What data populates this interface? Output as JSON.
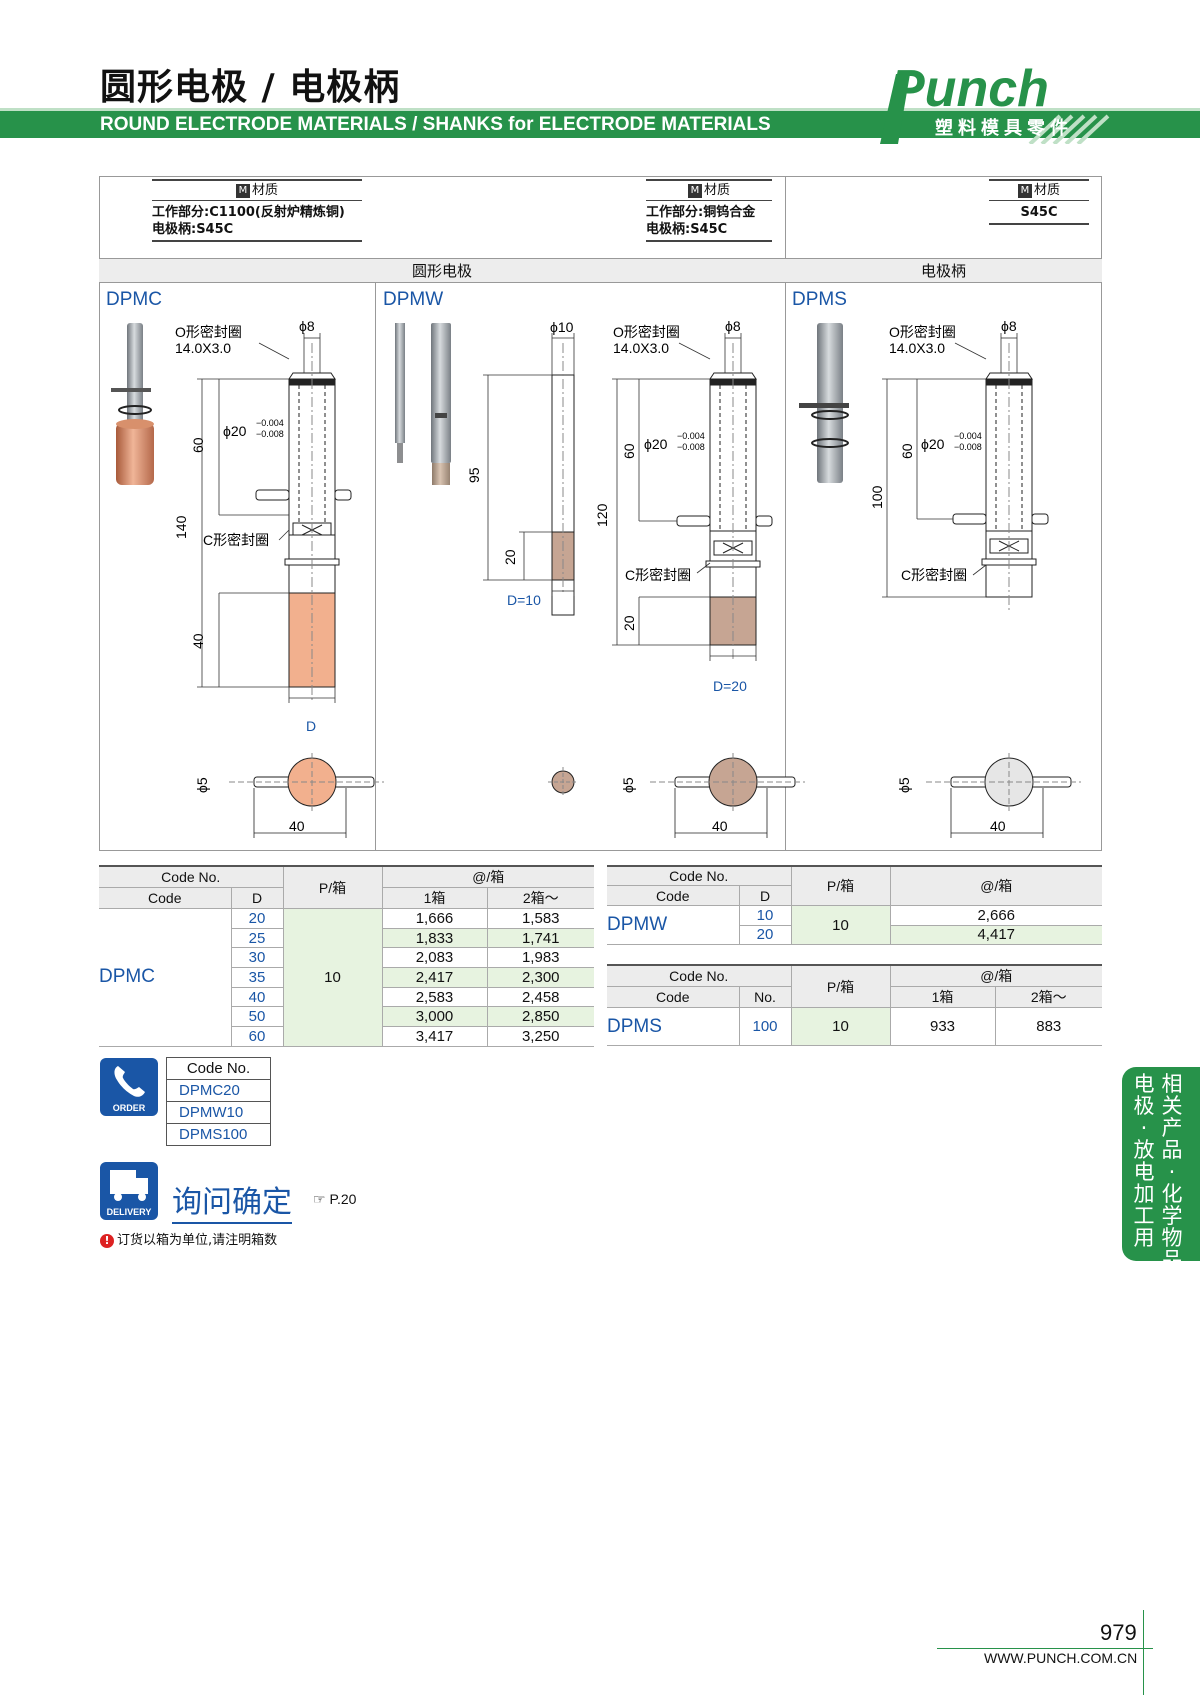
{
  "header": {
    "title_cn": "圆形电极 / 电极柄",
    "title_en": "ROUND ELECTRODE MATERIALS / SHANKS for ELECTRODE MATERIALS",
    "logo_text": "Punch",
    "brand_cn": "塑料模具零件"
  },
  "materials": {
    "badge": "M",
    "head": "材质",
    "dpmc": {
      "line1": "工作部分:C1100(反射炉精炼铜)",
      "line2": "电极柄:S45C"
    },
    "dpmw": {
      "line1": "工作部分:铜钨合金",
      "line2": "电极柄:S45C"
    },
    "dpms": {
      "line1": "S45C"
    }
  },
  "sections": {
    "round_electrode": "圆形电极",
    "shank": "电极柄"
  },
  "products": {
    "dpmc": "DPMC",
    "dpmw": "DPMW",
    "dpms": "DPMS"
  },
  "dims": {
    "oring": "O形密封圈",
    "oring_size": "14.0X3.0",
    "cring": "C形密封圈",
    "phi8": "ϕ8",
    "phi10": "ϕ10",
    "phi20": "ϕ20",
    "tol_upper": "−0.004",
    "tol_lower": "−0.008",
    "phi5": "ϕ5",
    "d60": "60",
    "d140": "140",
    "d40": "40",
    "d95": "95",
    "d20": "20",
    "d120": "120",
    "d100": "100",
    "D": "D",
    "D10": "D=10",
    "D20": "D=20",
    "w40": "40"
  },
  "table_dpmc": {
    "h_code_no": "Code No.",
    "h_code": "Code",
    "h_d": "D",
    "h_p": "P/箱",
    "h_price": "@/箱",
    "h_1": "1箱",
    "h_2": "2箱～",
    "code": "DPMC",
    "p": "10",
    "rows": [
      {
        "d": "20",
        "p1": "1,666",
        "p2": "1,583"
      },
      {
        "d": "25",
        "p1": "1,833",
        "p2": "1,741"
      },
      {
        "d": "30",
        "p1": "2,083",
        "p2": "1,983"
      },
      {
        "d": "35",
        "p1": "2,417",
        "p2": "2,300"
      },
      {
        "d": "40",
        "p1": "2,583",
        "p2": "2,458"
      },
      {
        "d": "50",
        "p1": "3,000",
        "p2": "2,850"
      },
      {
        "d": "60",
        "p1": "3,417",
        "p2": "3,250"
      }
    ]
  },
  "table_dpmw": {
    "h_code_no": "Code No.",
    "h_code": "Code",
    "h_d": "D",
    "h_p": "P/箱",
    "h_price": "@/箱",
    "code": "DPMW",
    "p": "10",
    "rows": [
      {
        "d": "10",
        "price": "2,666"
      },
      {
        "d": "20",
        "price": "4,417"
      }
    ]
  },
  "table_dpms": {
    "h_code_no": "Code No.",
    "h_code": "Code",
    "h_no": "No.",
    "h_p": "P/箱",
    "h_price": "@/箱",
    "h_1": "1箱",
    "h_2": "2箱～",
    "code": "DPMS",
    "no": "100",
    "p": "10",
    "p1": "933",
    "p2": "883"
  },
  "order": {
    "icon_label": "ORDER",
    "header": "Code No.",
    "examples": [
      "DPMC20",
      "DPMW10",
      "DPMS100"
    ]
  },
  "delivery": {
    "icon_label": "DELIVERY",
    "text": "询问确定",
    "ref": "☞ P.20",
    "note_mark": "!",
    "note": "订货以箱为单位,请注明箱数"
  },
  "side_tab": {
    "col1": "电极·放电加工用",
    "col2": "相关产品·化学物品"
  },
  "footer": {
    "page": "979",
    "url": "WWW.PUNCH.COM.CN"
  },
  "colors": {
    "brand_green": "#27924a",
    "accent_blue": "#1a56a6",
    "copper": "#f2b08e",
    "cuw": "#c6a593",
    "shade_green": "#e7f3e0"
  }
}
